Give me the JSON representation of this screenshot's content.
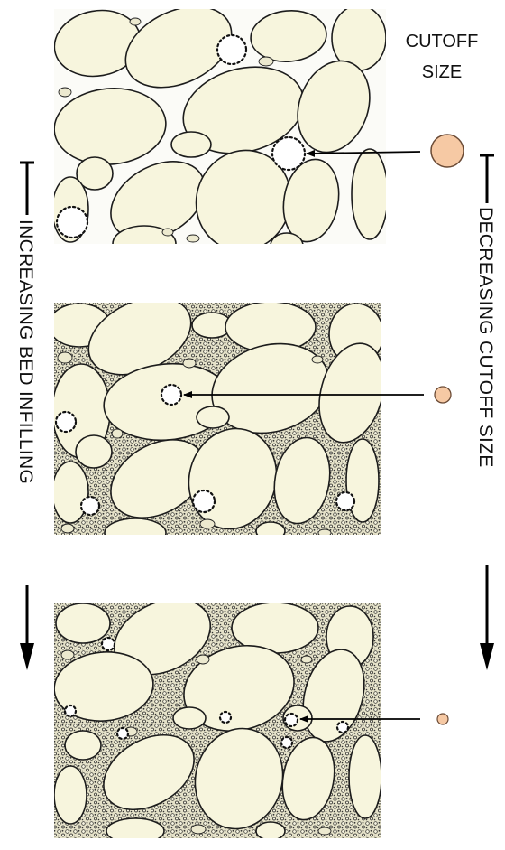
{
  "labels": {
    "cutoff_size_line1": "CUTOFF",
    "cutoff_size_line2": "SIZE",
    "left_axis": "INCREASING BED INFILLING",
    "right_axis": "DECREASING CUTOFF SIZE"
  },
  "colors": {
    "clast_fill": "#f7f5dd",
    "clast_stroke": "#1c1c1c",
    "cutoff_circle_fill": "#f6c9a4",
    "cutoff_circle_stroke": "#6a4a35",
    "arrow": "#000000"
  },
  "panels": [
    {
      "name": "low-infilling",
      "infill_level": 1,
      "cutoff_marker_size": "large"
    },
    {
      "name": "medium-infilling",
      "infill_level": 2,
      "cutoff_marker_size": "medium"
    },
    {
      "name": "high-infilling",
      "infill_level": 3,
      "cutoff_marker_size": "small"
    }
  ]
}
